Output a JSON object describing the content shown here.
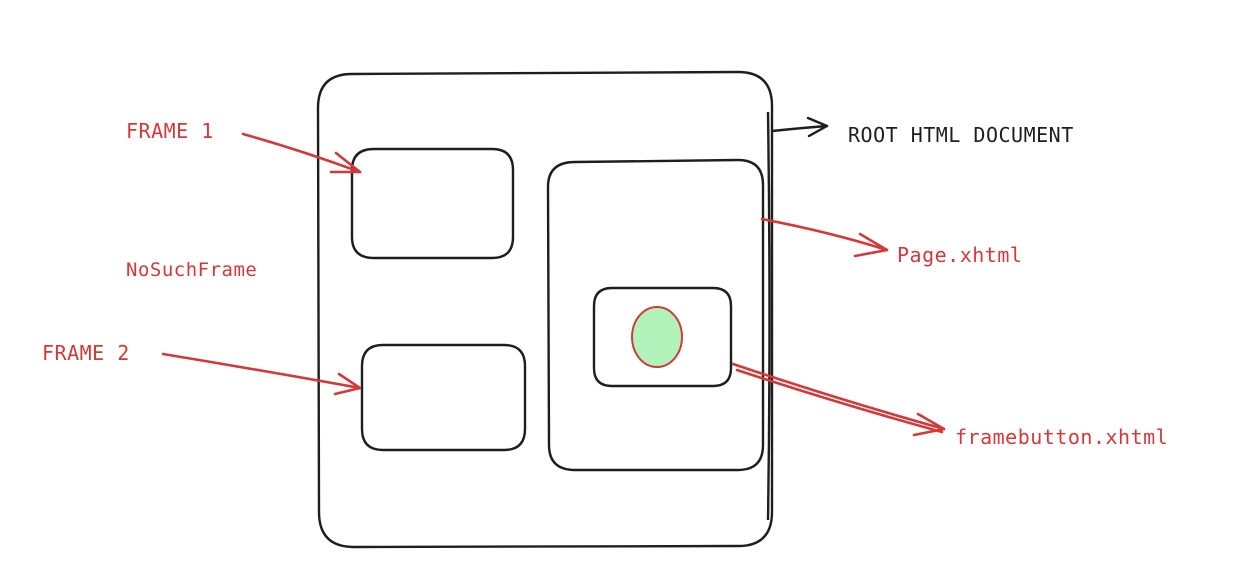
{
  "labels": {
    "frame1": "FRAME 1",
    "frame2": "FRAME 2",
    "no_such_frame": "NoSuchFrame",
    "root_document": "ROOT HTML DOCUMENT",
    "page": "Page.xhtml",
    "frame_button": "framebutton.xhtml"
  },
  "colors": {
    "annotation": "#d23a3a",
    "ink": "#1e1e1e",
    "button_fill": "#b2f2bb"
  }
}
